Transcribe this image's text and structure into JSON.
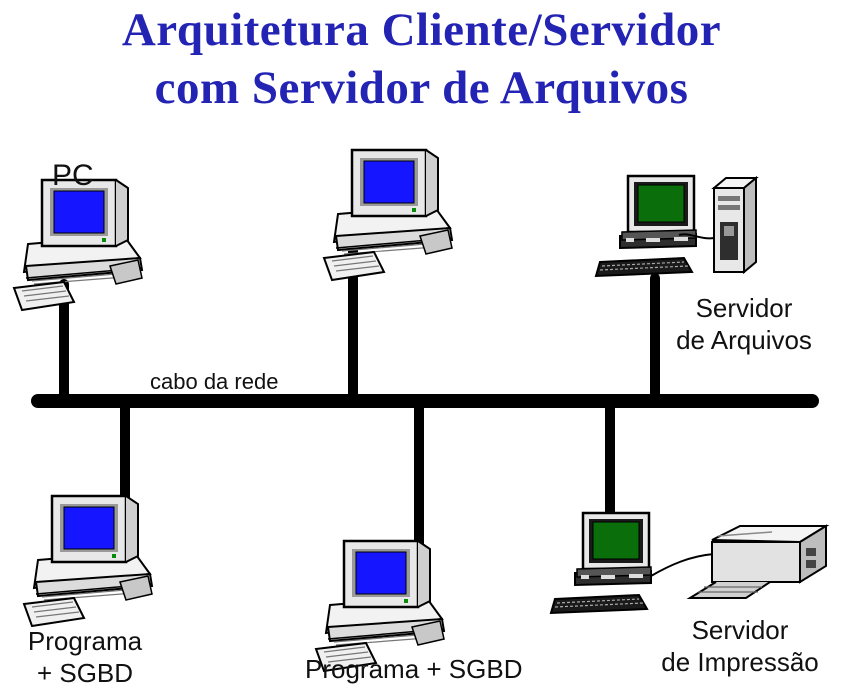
{
  "title": {
    "line1": "Arquitetura Cliente/Servidor",
    "line2": "com Servidor de Arquivos"
  },
  "labels": {
    "pc": "PC",
    "network_cable": "cabo da rede",
    "file_server_line1": "Servidor",
    "file_server_line2": "de Arquivos",
    "client_left_line1": "Programa",
    "client_left_line2": "+ SGBD",
    "client_middle": "Programa + SGBD",
    "print_server_line1": "Servidor",
    "print_server_line2": "de Impressão"
  },
  "colors": {
    "title": "#2323b4",
    "cable": "#000000",
    "client_screen": "#1515ff",
    "server_screen": "#0a6e0a",
    "case": "#e6e6e6",
    "outline": "#000000"
  },
  "icons": {
    "pc_top_left": "desktop-computer-icon",
    "pc_top_middle": "desktop-computer-icon",
    "file_server": "server-workstation-icon",
    "file_server_tower": "tower-case-icon",
    "pc_bottom_left": "desktop-computer-icon",
    "pc_bottom_middle": "desktop-computer-icon",
    "print_server": "server-workstation-icon",
    "printer": "printer-icon"
  }
}
